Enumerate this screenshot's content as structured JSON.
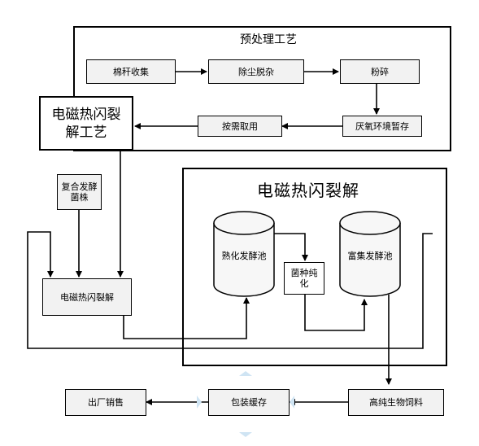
{
  "pretreatment": {
    "title": "预处理工艺",
    "collect": "棉秆收集",
    "dedust": "除尘脱杂",
    "crush": "粉碎",
    "anaerobic_store": "厌氧环境暂存"
  },
  "process_title_box": "电磁热闪裂解工艺",
  "take_on_demand": "按需取用",
  "compound_strain": "复合发酵菌株",
  "em_flash_box": "电磁热闪裂解",
  "em_frame_title": "电磁热闪裂解",
  "ripen_tank": "熟化发酵池",
  "strain_purify": "菌种纯化",
  "enrich_tank": "富集发酵池",
  "factory_sale": "出厂销售",
  "package_store": "包装缓存",
  "feed": "高纯生物饲料"
}
